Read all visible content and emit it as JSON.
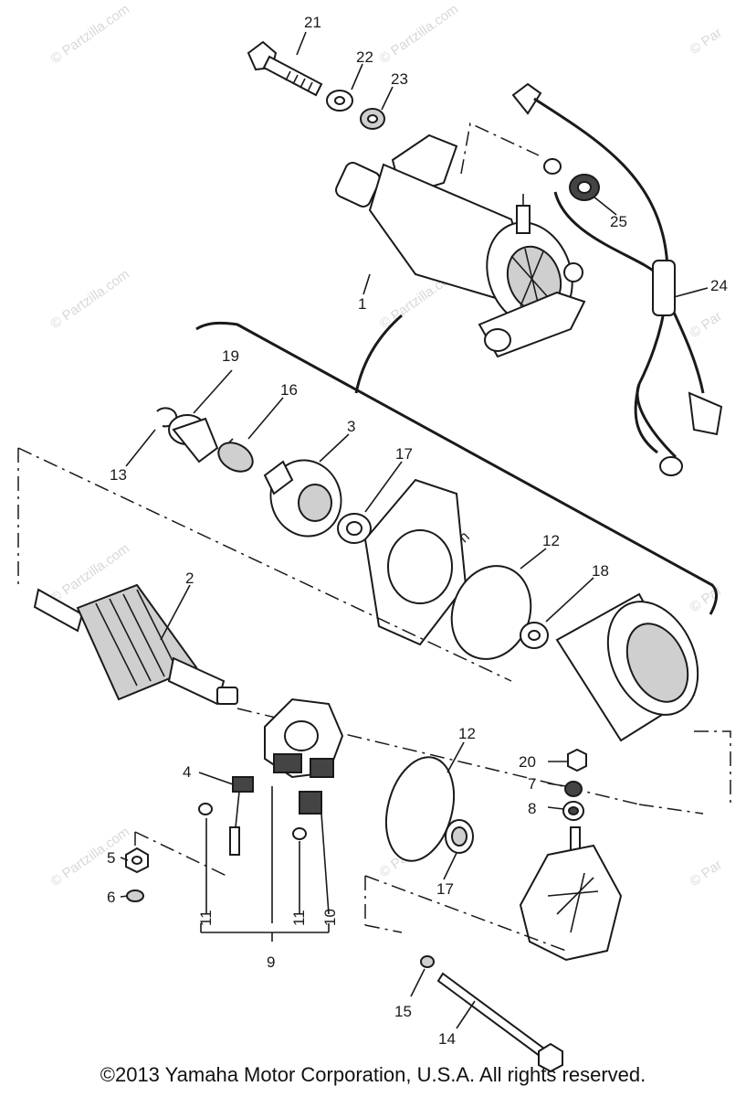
{
  "watermark": "© Partzilla.com",
  "watermark_short": "© Par",
  "copyright": "©2013  Yamaha Motor Corporation, U.S.A. All rights reserved.",
  "callouts": {
    "c1": "1",
    "c2": "2",
    "c3": "3",
    "c4": "4",
    "c5": "5",
    "c6": "6",
    "c7": "7",
    "c8": "8",
    "c9": "9",
    "c10": "10",
    "c11a": "11",
    "c11b": "11",
    "c12a": "12",
    "c12b": "12",
    "c13": "13",
    "c14": "14",
    "c15": "15",
    "c16": "16",
    "c17a": "17",
    "c17b": "17",
    "c18": "18",
    "c19": "19",
    "c20": "20",
    "c21": "21",
    "c22": "22",
    "c23": "23",
    "c24": "24",
    "c25": "25"
  }
}
